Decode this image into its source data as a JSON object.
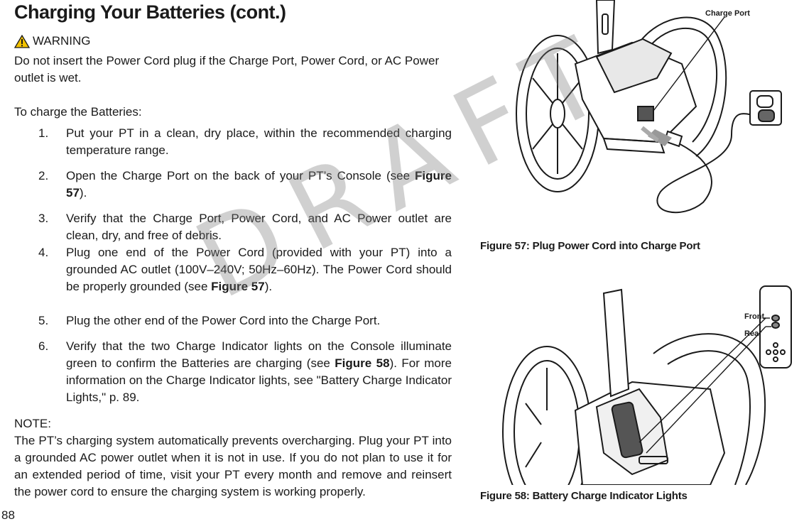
{
  "title": "Charging Your Batteries (cont.)",
  "warning": {
    "label": "WARNING",
    "icon": "warning-triangle-icon",
    "text": "Do not insert the Power Cord plug if the Charge Port, Power Cord, or AC Power outlet is wet."
  },
  "intro": "To charge the Batteries:",
  "steps": [
    {
      "num": "1.",
      "text": "Put your PT in a clean, dry place, within the recommended charging temperature range."
    },
    {
      "num": "2.",
      "text_before": "Open the Charge Port on the back of your PT’s Console (see ",
      "ref": "Figure 57",
      "text_after": ")."
    },
    {
      "num": "3.",
      "text": "Verify that the Charge Port, Power Cord, and AC Power outlet are clean, dry, and free of debris."
    },
    {
      "num": "4.",
      "text_before": "Plug one end of the Power Cord (provided with your PT) into a grounded AC outlet (100V–240V; 50Hz–60Hz). The Power Cord should be properly grounded (see ",
      "ref": "Figure 57",
      "text_after": ")."
    },
    {
      "num": "5.",
      "text": "Plug the other end of the Power Cord into the Charge Port."
    },
    {
      "num": "6.",
      "text_before": "Verify that the two Charge Indicator lights on the Console illuminate green to confirm the Batteries are charging (see ",
      "ref": "Figure 58",
      "text_after": "). For more information on the Charge Indicator lights, see \"Battery Charge Indicator Lights,\" p. 89."
    }
  ],
  "note": {
    "label": "NOTE:",
    "text": "The PT’s charging system automatically prevents overcharging. Plug your PT into a grounded AC power outlet when it is not in use. If you do not plan to use it for an extended period of time, visit your PT every month and remove and reinsert the power cord to ensure the charging system is working properly."
  },
  "page_number": "88",
  "watermark": "DRAFT",
  "figure57": {
    "caption": "Figure 57: Plug Power Cord into Charge Port",
    "callout": "Charge Port"
  },
  "figure58": {
    "caption": "Figure 58: Battery Charge Indicator Lights",
    "callout_front": "Front",
    "callout_rear": "Rear"
  }
}
